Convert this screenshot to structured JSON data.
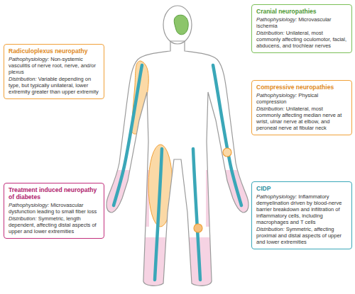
{
  "diagram": {
    "nodes": [
      {
        "text": [
          "Radiculoplexus neuropathy",
          "Pathophysiology: Non-systemic vasculitis of nerve root, nerve, and/or plexus",
          "Distribution: Variable depending on type, but typically unilateral, lower extremity greater than upper extremity"
        ]
      },
      {
        "text": [
          "Cranial neuropathies",
          "Pathophysiology: Microvascular ischemia",
          "Distribution: Unilateral, most commonly affecting oculomotor, facial, abducens, and trochlear nerves"
        ]
      },
      {
        "text": [
          "Compressive neuropathies",
          "Pathophysiology: Physical compression",
          "Distribution: Unilateral, most commonly affecting median nerve at wrist, ulnar nerve at elbow, and peroneal nerve at fibular neck"
        ]
      },
      {
        "text": [
          "Treatment induced neuropathy of diabetes",
          "Pathophysiology: Microvascular dysfunction leading to small fiber loss",
          "Distribution: Symmetric, length dependent, affecting distal aspects of upper and lower extremities"
        ]
      },
      {
        "text": [
          "CIDP",
          "Pathophysiology: Inflammatory demyelination driven by blood-nerve barrier breakdown and infiltration of inflammatory cells, including macrophages and T cells",
          "Distribution: Symmetric, affecting proximal and distal aspects of upper and lower extremities"
        ]
      }
    ]
  }
}
